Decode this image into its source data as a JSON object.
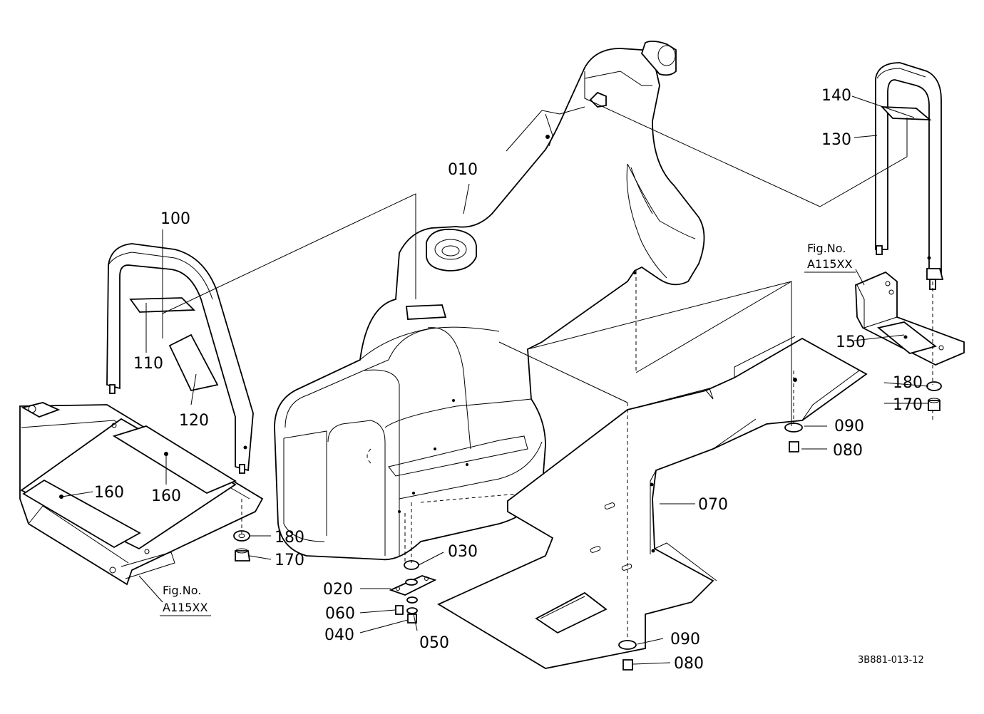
{
  "diagram": {
    "drawing_code": "3B881-013-12",
    "fig_refs": [
      {
        "label": "Fig.No.",
        "code": "A115XX"
      },
      {
        "label": "Fig.No.",
        "code": "A115XX"
      }
    ],
    "callouts": [
      "010",
      "020",
      "030",
      "040",
      "050",
      "060",
      "070",
      "080",
      "080",
      "090",
      "090",
      "100",
      "110",
      "120",
      "130",
      "140",
      "150",
      "160",
      "160",
      "170",
      "170",
      "180",
      "180"
    ]
  }
}
